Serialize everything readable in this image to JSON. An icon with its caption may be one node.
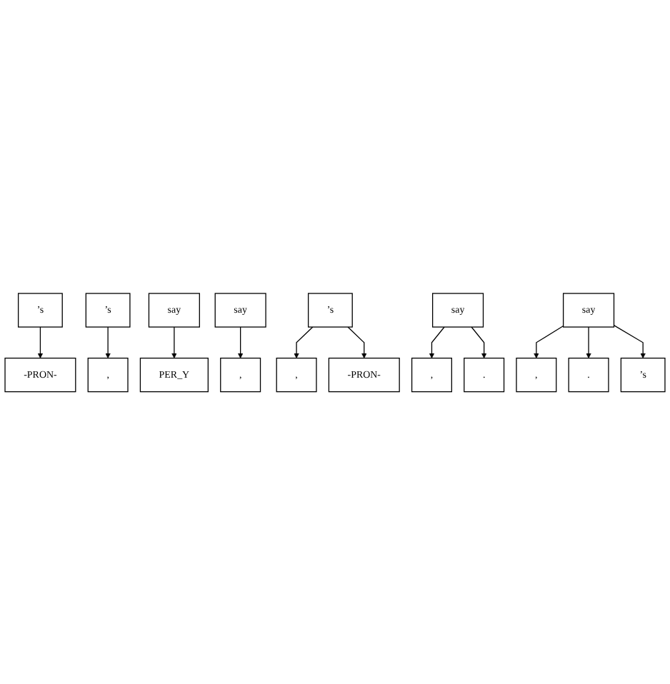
{
  "diagram": {
    "nodes": [
      {
        "text": [
          "’s"
        ]
      },
      {
        "text": [
          "’s"
        ]
      },
      {
        "text": [
          "say"
        ]
      },
      {
        "text": [
          "say"
        ]
      },
      {
        "text": [
          "-PRON-"
        ]
      },
      {
        "text": [
          ","
        ]
      },
      {
        "text": [
          "PER_Y"
        ]
      },
      {
        "text": [
          ","
        ]
      },
      {
        "text": [
          "’s"
        ]
      },
      {
        "text": [
          "say"
        ]
      },
      {
        "text": [
          ","
        ]
      },
      {
        "text": [
          "-PRON-"
        ]
      },
      {
        "text": [
          ","
        ]
      },
      {
        "text": [
          "."
        ]
      },
      {
        "text": [
          "say"
        ]
      },
      {
        "text": [
          ","
        ]
      },
      {
        "text": [
          "."
        ]
      },
      {
        "text": [
          "’s"
        ]
      }
    ],
    "edges": [
      {
        "from": 0,
        "to": 4,
        "arrow": "to"
      },
      {
        "from": 1,
        "to": 5,
        "arrow": "to"
      },
      {
        "from": 2,
        "to": 6,
        "arrow": "to"
      },
      {
        "from": 3,
        "to": 7,
        "arrow": "to"
      },
      {
        "from": 8,
        "to": 10,
        "arrow": "to"
      },
      {
        "from": 8,
        "to": 11,
        "arrow": "to"
      },
      {
        "from": 9,
        "to": 12,
        "arrow": "to"
      },
      {
        "from": 9,
        "to": 13,
        "arrow": "to"
      },
      {
        "from": 14,
        "to": 15,
        "arrow": "to"
      },
      {
        "from": 14,
        "to": 16,
        "arrow": "to"
      },
      {
        "from": 14,
        "to": 17,
        "arrow": "to"
      }
    ]
  }
}
